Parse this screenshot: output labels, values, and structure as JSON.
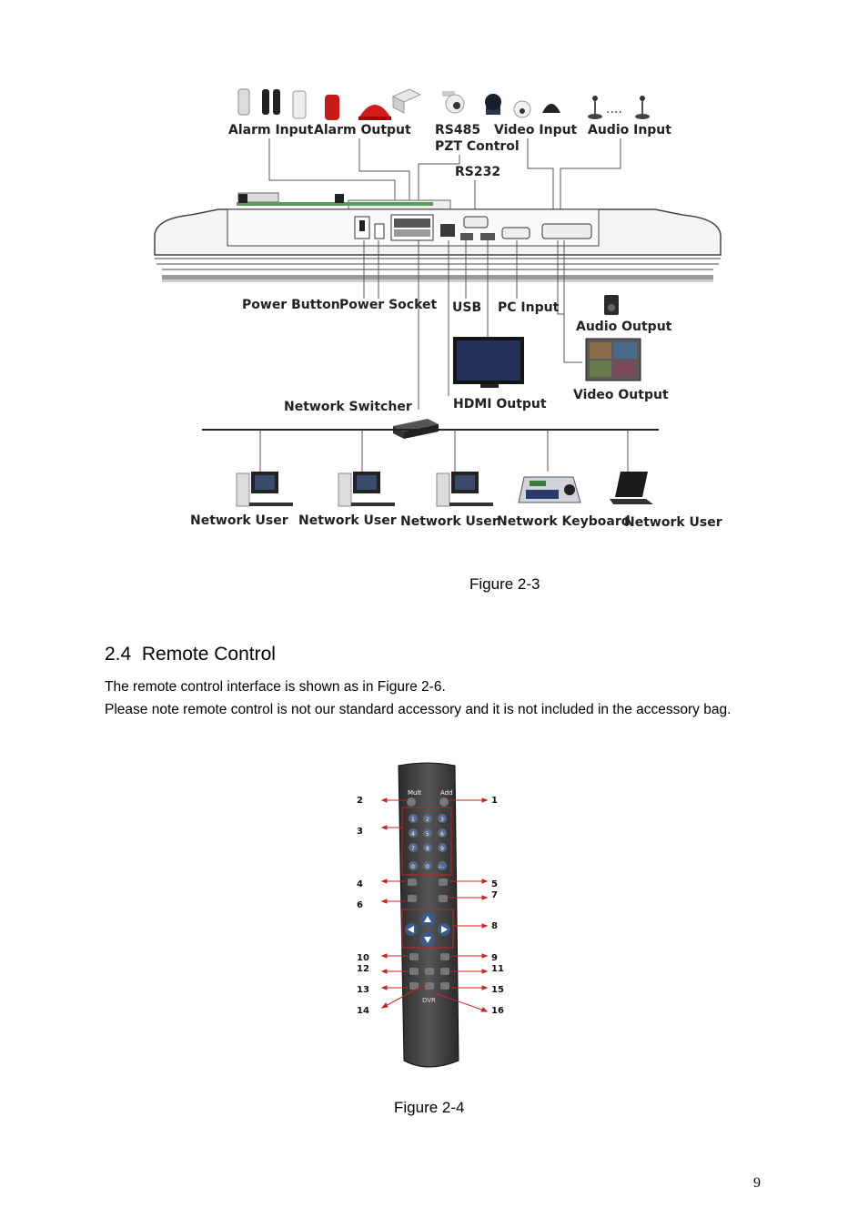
{
  "figure1": {
    "labels": {
      "alarm_input": "Alarm Input",
      "alarm_output": "Alarm Output",
      "rs485": "RS485",
      "pzt_control": "PZT Control",
      "video_input": "Video Input",
      "audio_input": "Audio Input",
      "rs232": "RS232",
      "power_button": "Power Button",
      "power_socket": "Power Socket",
      "usb": "USB",
      "pc_input": "PC Input",
      "audio_output": "Audio Output",
      "video_output": "Video Output",
      "hdmi_output": "HDMI Output",
      "network_switcher": "Network Switcher",
      "network_user_1": "Network User",
      "network_user_2": "Network User",
      "network_user_3": "Network User",
      "network_keyboard": "Network Keyboard",
      "network_user_4": "Network User"
    },
    "caption": "Figure 2-3"
  },
  "section": {
    "number": "2.4",
    "title": "Remote Control",
    "paragraph1": "The remote control interface is shown as in Figure 2-6.",
    "paragraph2": "Please note remote control is not our standard accessory and it is not included in the accessory bag."
  },
  "figure2": {
    "remote_labels": {
      "mult": "Mult",
      "add": "Add",
      "dvr": "DVR",
      "keys": [
        "1",
        "2",
        "3",
        "4",
        "5",
        "6",
        "7",
        "8",
        "9",
        "0",
        "0",
        "-/--"
      ]
    },
    "callouts": {
      "c1": "1",
      "c2": "2",
      "c3": "3",
      "c4": "4",
      "c5": "5",
      "c6": "6",
      "c7": "7",
      "c8": "8",
      "c9": "9",
      "c10": "10",
      "c11": "11",
      "c12": "12",
      "c13": "13",
      "c14": "14",
      "c15": "15",
      "c16": "16"
    },
    "caption": "Figure 2-4"
  },
  "page_number": "9"
}
